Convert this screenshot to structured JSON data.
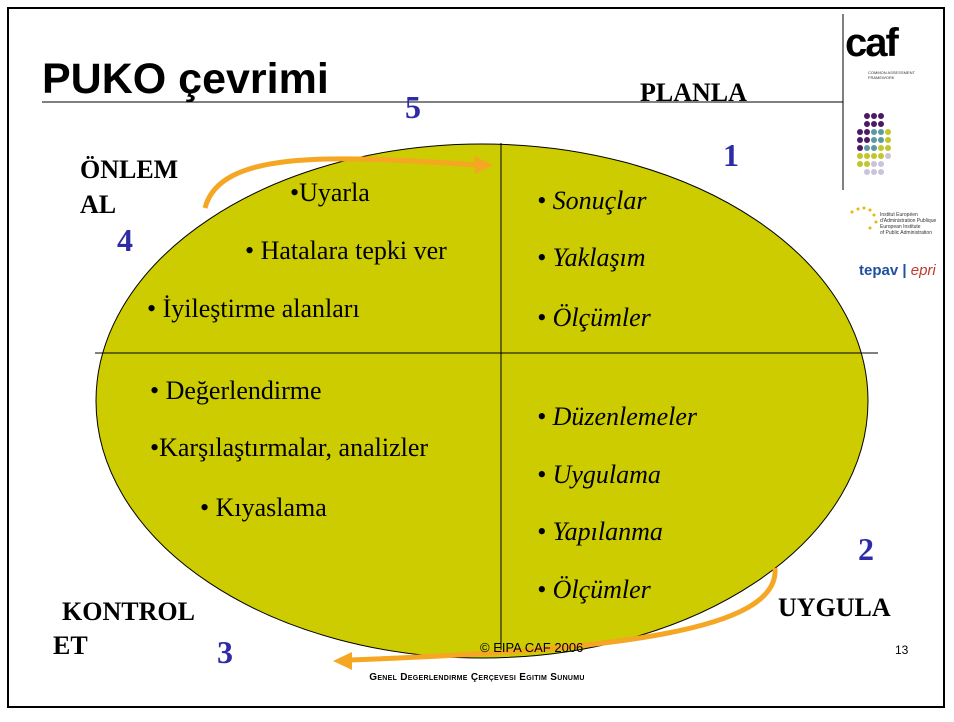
{
  "slide": {
    "title": "PUKO çevrimi",
    "footer_copyright": "© EIPA CAF 2006",
    "page_number": "13",
    "footer_title": "Genel Degerlendirme Çerçevesi Egitim Sunumu"
  },
  "quadrants": {
    "plan": {
      "label": "PLANLA",
      "number": "1",
      "items": [
        "• Sonuçlar",
        "• Yaklaşım",
        "• Ölçümler"
      ]
    },
    "do": {
      "label": "UYGULA",
      "number": "2",
      "items": [
        "• Düzenlemeler",
        "• Uygulama",
        "• Yapılanma",
        "• Ölçümler"
      ]
    },
    "check": {
      "label_line1": "KONTROL",
      "label_line2": "ET",
      "number": "3",
      "items": [
        "• Değerlendirme",
        "•Karşılaştırmalar, analizler",
        "• Kıyaslama"
      ]
    },
    "act": {
      "label_line1": "ÖNLEM",
      "label_line2": "AL",
      "number": "4",
      "items": [
        "•Uyarla",
        "• Hatalara tepki ver",
        "• İyileştirme alanları"
      ]
    },
    "cycle_number": "5"
  },
  "logos": {
    "caf": "caf",
    "caf_subtitle": "COMMON ASSESSMENT FRAMEWORK",
    "institute_lines": [
      "Institut Européen",
      "d'Administration Publique",
      "European Institute",
      "of Public Administration"
    ],
    "tepav": "tepav",
    "epri": "epri"
  },
  "colors": {
    "ellipse_fill": "#cccc00",
    "arrow": "#f5a623",
    "number": "#2e2ba6",
    "dot_purple": "#4b1a63",
    "dot_teal": "#5a9aa0",
    "dot_yellow": "#c4c42b",
    "dot_lavender": "#c9c3dc"
  }
}
